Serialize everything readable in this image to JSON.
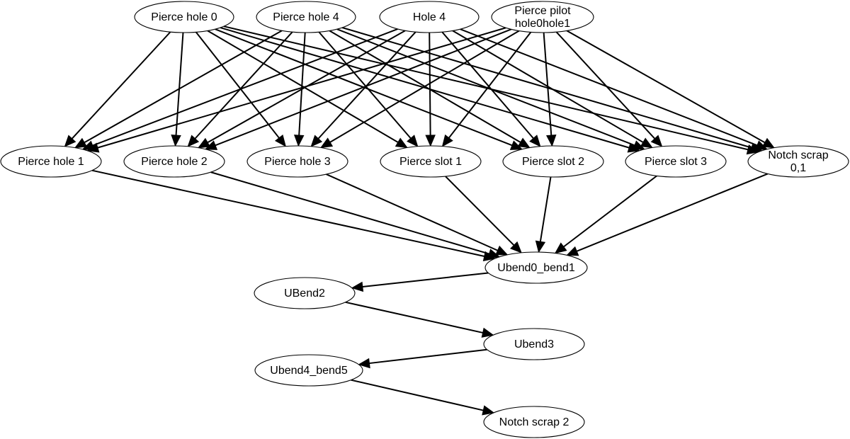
{
  "nodes": [
    {
      "id": "ph0",
      "label": "Pierce hole 0"
    },
    {
      "id": "ph4",
      "label": "Pierce hole 4"
    },
    {
      "id": "h4",
      "label": "Hole 4"
    },
    {
      "id": "pp",
      "label": "Pierce pilot\nhole0hole1"
    },
    {
      "id": "ph1",
      "label": "Pierce hole 1"
    },
    {
      "id": "ph2",
      "label": "Pierce hole 2"
    },
    {
      "id": "ph3",
      "label": "Pierce hole 3"
    },
    {
      "id": "ps1",
      "label": "Pierce slot 1"
    },
    {
      "id": "ps2",
      "label": "Pierce slot 2"
    },
    {
      "id": "ps3",
      "label": "Pierce slot 3"
    },
    {
      "id": "ns01",
      "label": "Notch scrap\n0,1"
    },
    {
      "id": "ub01",
      "label": "Ubend0_bend1"
    },
    {
      "id": "ub2",
      "label": "UBend2"
    },
    {
      "id": "ub3",
      "label": "Ubend3"
    },
    {
      "id": "ub45",
      "label": "Ubend4_bend5"
    },
    {
      "id": "ns2",
      "label": "Notch scrap 2"
    }
  ],
  "edges": [
    [
      "ph0",
      "ph1"
    ],
    [
      "ph0",
      "ph2"
    ],
    [
      "ph0",
      "ph3"
    ],
    [
      "ph0",
      "ps1"
    ],
    [
      "ph0",
      "ps2"
    ],
    [
      "ph0",
      "ps3"
    ],
    [
      "ph0",
      "ns01"
    ],
    [
      "ph4",
      "ph1"
    ],
    [
      "ph4",
      "ph2"
    ],
    [
      "ph4",
      "ph3"
    ],
    [
      "ph4",
      "ps1"
    ],
    [
      "ph4",
      "ps2"
    ],
    [
      "ph4",
      "ps3"
    ],
    [
      "ph4",
      "ns01"
    ],
    [
      "h4",
      "ph1"
    ],
    [
      "h4",
      "ph2"
    ],
    [
      "h4",
      "ph3"
    ],
    [
      "h4",
      "ps1"
    ],
    [
      "h4",
      "ps2"
    ],
    [
      "h4",
      "ps3"
    ],
    [
      "h4",
      "ns01"
    ],
    [
      "pp",
      "ph1"
    ],
    [
      "pp",
      "ph2"
    ],
    [
      "pp",
      "ph3"
    ],
    [
      "pp",
      "ps1"
    ],
    [
      "pp",
      "ps2"
    ],
    [
      "pp",
      "ps3"
    ],
    [
      "pp",
      "ns01"
    ],
    [
      "ph1",
      "ub01"
    ],
    [
      "ph2",
      "ub01"
    ],
    [
      "ph3",
      "ub01"
    ],
    [
      "ps1",
      "ub01"
    ],
    [
      "ps2",
      "ub01"
    ],
    [
      "ps3",
      "ub01"
    ],
    [
      "ns01",
      "ub01"
    ],
    [
      "ub01",
      "ub2"
    ],
    [
      "ub2",
      "ub3"
    ],
    [
      "ub3",
      "ub45"
    ],
    [
      "ub45",
      "ns2"
    ]
  ]
}
